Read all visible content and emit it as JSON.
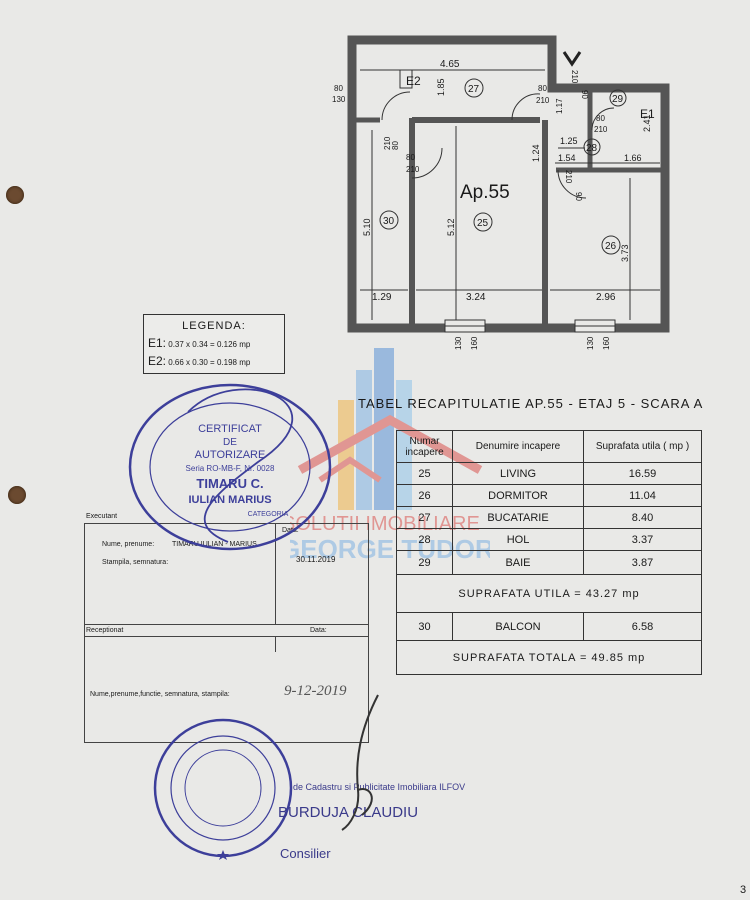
{
  "plan": {
    "apartment_label": "Ap.55",
    "dims": {
      "top_width": "4.65",
      "e2_height": "1.85",
      "left_height": "5.10",
      "living_height": "5.12",
      "hol_height": "1.24",
      "e1_height": "2.41",
      "hol_width": "1.25",
      "corridor_width": "1.54",
      "bath_width": "1.66",
      "dormitor_height": "3.73",
      "bottom_left": "1.29",
      "bottom_mid": "3.24",
      "bottom_right": "2.96",
      "entry_width": "1.17"
    },
    "door_labels": {
      "left_ext_w": "80",
      "left_ext_h": "130",
      "balcony_door_w": "80",
      "balcony_door_h": "210",
      "living_door_w": "80",
      "living_door_h": "210",
      "kitchen_door_w": "80",
      "kitchen_door_h": "210",
      "bath_door_w": "80",
      "bath_door_h": "210",
      "entry_w": "90",
      "entry_h": "210",
      "dorm_door_w": "90",
      "dorm_door_h": "210",
      "win1_w": "130",
      "win1_h": "160",
      "win2_w": "130",
      "win2_h": "160"
    },
    "spaces": {
      "e2": "E2",
      "e1": "E1",
      "r25": "25",
      "r26": "26",
      "r27": "27",
      "r28": "28",
      "r29": "29",
      "r30": "30"
    }
  },
  "legend": {
    "title": "LEGENDA:",
    "e1_label": "E1:",
    "e1_formula": "0.37 x 0.34 = 0.126 mp",
    "e2_label": "E2:",
    "e2_formula": "0.66 x 0.30 = 0.198 mp"
  },
  "recap": {
    "title": "TABEL RECAPITULATIE AP.55 - ETAJ 5 - SCARA A",
    "headers": [
      "Numar incapere",
      "Denumire incapere",
      "Suprafata utila ( mp )"
    ],
    "rows": [
      {
        "nr": "25",
        "name": "LIVING",
        "area": "16.59"
      },
      {
        "nr": "26",
        "name": "DORMITOR",
        "area": "11.04"
      },
      {
        "nr": "27",
        "name": "BUCATARIE",
        "area": "8.40"
      },
      {
        "nr": "28",
        "name": "HOL",
        "area": "3.37"
      },
      {
        "nr": "29",
        "name": "BAIE",
        "area": "3.87"
      }
    ],
    "useful_total": "SUPRAFATA UTILA = 43.27 mp",
    "balcony": {
      "nr": "30",
      "name": "BALCON",
      "area": "6.58"
    },
    "grand_total": "SUPRAFATA TOTALA = 49.85 mp"
  },
  "executant": {
    "label": "Executant",
    "name_label": "Nume, prenume:",
    "name_value": "TIMARU IULIAN - MARIUS",
    "stamp_label": "Stampila, semnatura:",
    "date_label": "Data:",
    "date_value": "30.11.2019"
  },
  "receptionat": {
    "label": "Receptionat",
    "date_label": "Data:",
    "fields_label": "Nume,prenume,functie, semnatura, stampila:",
    "date_value": "9-12-2019"
  },
  "certificate_stamp": {
    "line1": "CERTIFICAT",
    "line2": "DE",
    "line3": "AUTORIZARE",
    "line4": "Seria RO-MB-F, Nr. 0028",
    "line5": "TIMARU C.",
    "line6": "IULIAN MARIUS",
    "line7": "CATEGORIA"
  },
  "ancpi_stamp": {
    "line1": "de Cadastru si Publicitate Imobiliara ILFOV",
    "name": "BURDUJA CLAUDIU",
    "role": "Consilier"
  },
  "watermark": {
    "line1": "SOLUTII IMOBILIARE",
    "line2": "GEORGE TUDOR"
  },
  "page_number": "3",
  "colors": {
    "ink": "#1a1a1a",
    "stamp_blue": "#3d3f9a",
    "watermark_red": "#d9534f",
    "paper": "#e9e9e7"
  }
}
